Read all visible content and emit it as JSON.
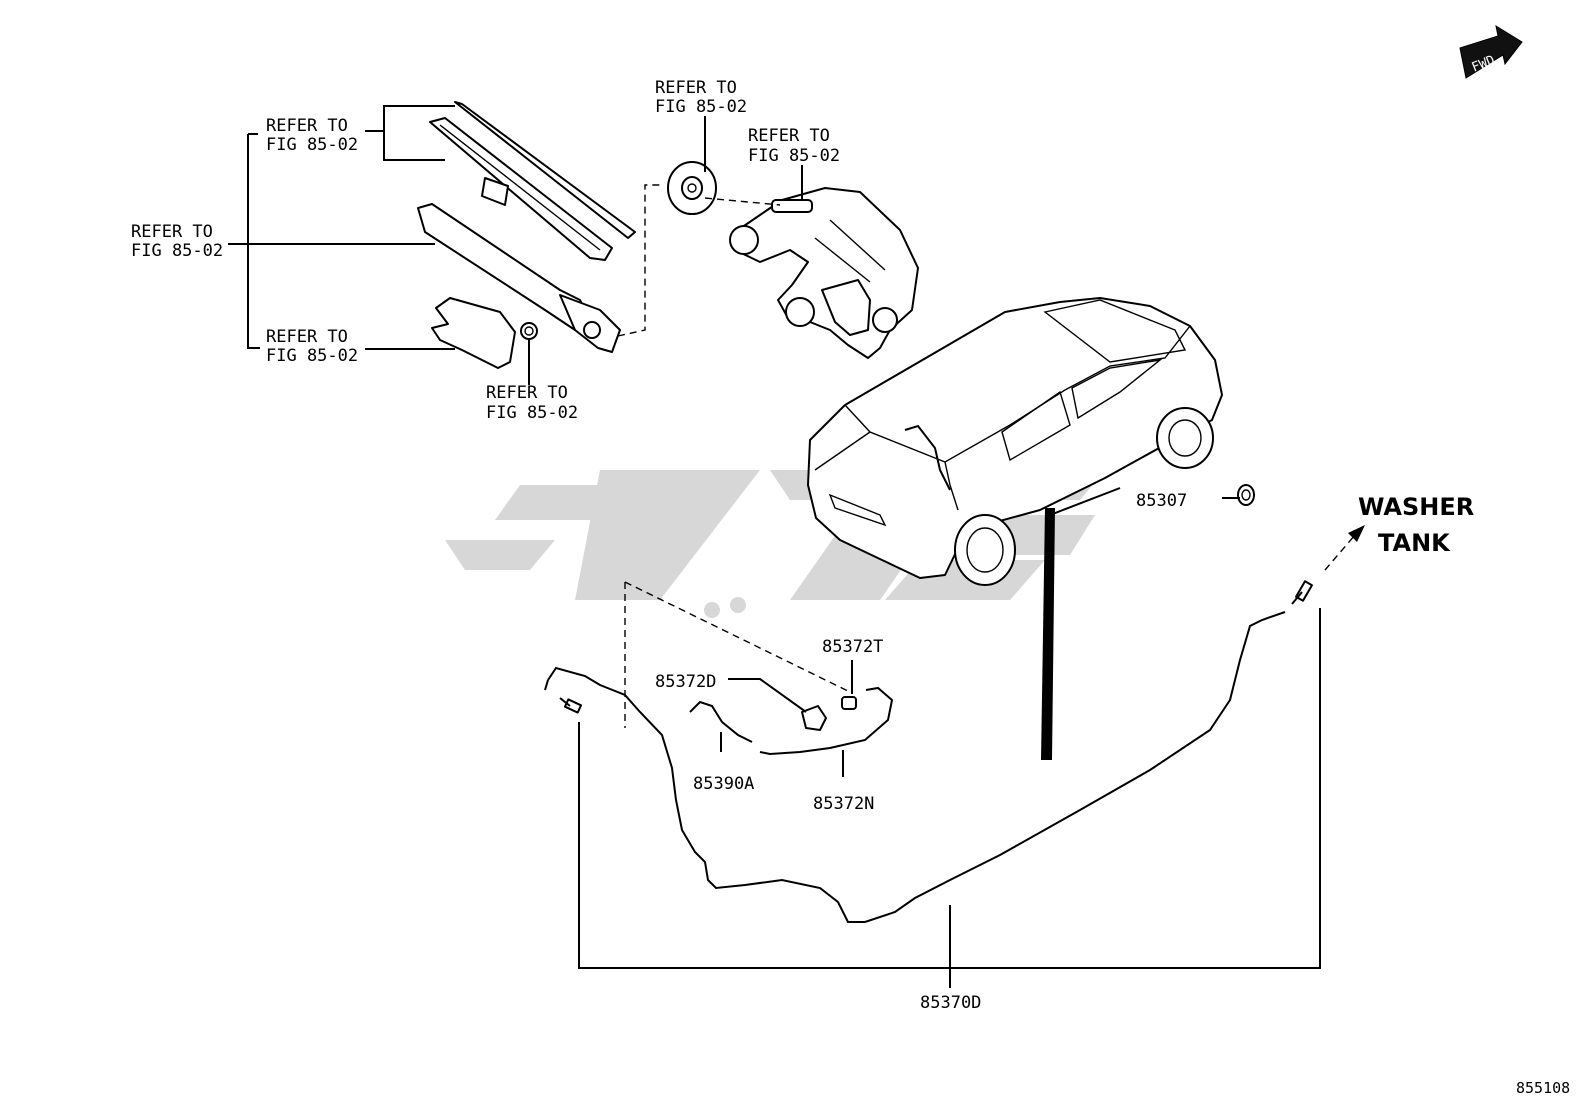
{
  "watermark": {
    "color": "#d7d7d7"
  },
  "fwd_badge": {
    "text": "FWD"
  },
  "callouts": {
    "blade_ref": {
      "line1": "REFER TO",
      "line2": "FIG 85-02"
    },
    "arm_ref": {
      "line1": "REFER TO",
      "line2": "FIG 85-02"
    },
    "cap_ref": {
      "line1": "REFER TO",
      "line2": "FIG 85-02"
    },
    "nut_ref": {
      "line1": "REFER TO",
      "line2": "FIG 85-02"
    },
    "grommet_ref": {
      "line1": "REFER TO",
      "line2": "FIG 85-02"
    },
    "motor_ref": {
      "line1": "REFER TO",
      "line2": "FIG 85-02"
    }
  },
  "parts": {
    "p85307": "85307",
    "p85372T": "85372T",
    "p85372D": "85372D",
    "p85390A": "85390A",
    "p85372N": "85372N",
    "p85370D": "85370D"
  },
  "washer_tank": {
    "line1": "WASHER",
    "line2": "TANK"
  },
  "figure_number": "855108"
}
